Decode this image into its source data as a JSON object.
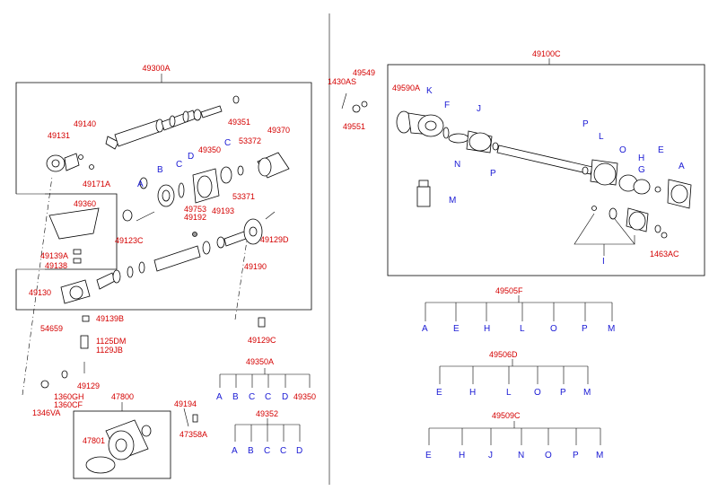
{
  "colors": {
    "part_number": "#d40000",
    "letter_code": "#1a1ad4",
    "line": "#000000"
  },
  "assemblies": {
    "center_shaft": "49300A",
    "right_shaft": "49100C",
    "kit_1": "49505F",
    "kit_2": "49506D",
    "kit_3": "49509C",
    "sub_49350A": "49350A",
    "sub_49352": "49352",
    "sub_47800": "47800"
  },
  "parts": {
    "p49140": "49140",
    "p49131": "49131",
    "p49171A": "49171A",
    "p49351": "49351",
    "p49370": "49370",
    "p53372": "53372",
    "p49350": "49350",
    "p53371": "53371",
    "p49360": "49360",
    "p49753": "49753",
    "p49192": "49192",
    "p49193": "49193",
    "p49123C": "49123C",
    "p49129D": "49129D",
    "p49139A": "49139A",
    "p49138": "49138",
    "p49190": "49190",
    "p49130": "49130",
    "p49139B": "49139B",
    "p54659": "54659",
    "p1125DM": "1125DM",
    "p1129JB": "1129JB",
    "p49129C": "49129C",
    "p49129": "49129",
    "p1360GH": "1360GH",
    "p1360CF": "1360CF",
    "p1346VA": "1346VA",
    "p49194": "49194",
    "p47358A": "47358A",
    "p47801": "47801",
    "p1430AS": "1430AS",
    "p49549": "49549",
    "p49551": "49551",
    "p49590A": "49590A",
    "p1463AC": "1463AC"
  },
  "letters": {
    "A": "A",
    "B": "B",
    "C": "C",
    "D": "D",
    "E": "E",
    "F": "F",
    "G": "G",
    "H": "H",
    "I": "I",
    "J": "J",
    "K": "K",
    "L": "L",
    "M": "M",
    "N": "N",
    "O": "O",
    "P": "P"
  },
  "kits": {
    "k49350A": [
      "A",
      "B",
      "C",
      "C",
      "D"
    ],
    "k49350A_last": "49350",
    "k49352": [
      "A",
      "B",
      "C",
      "C",
      "D"
    ],
    "k49505F": [
      "A",
      "E",
      "H",
      "L",
      "O",
      "P",
      "M"
    ],
    "k49506D": [
      "E",
      "H",
      "L",
      "O",
      "P",
      "M"
    ],
    "k49509C": [
      "E",
      "H",
      "J",
      "N",
      "O",
      "P",
      "M"
    ]
  }
}
